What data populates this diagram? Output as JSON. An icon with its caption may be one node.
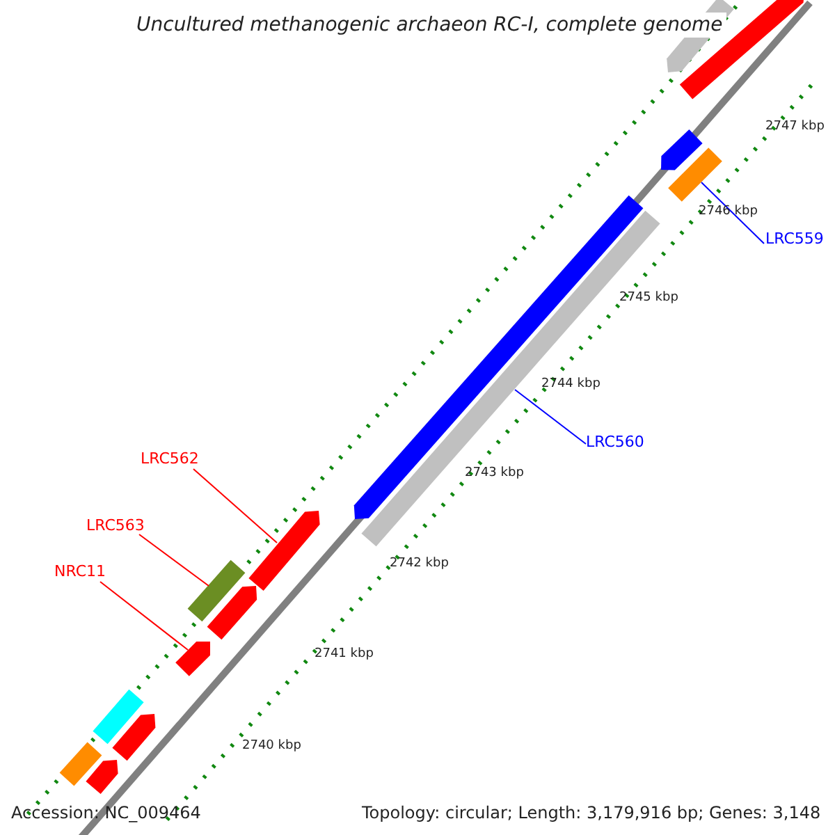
{
  "diagram": {
    "title": "Uncultured methanogenic archaeon RC-I, complete genome",
    "nodes": [
      {
        "text": [
          "LRC562"
        ]
      },
      {
        "text": [
          "LRC563"
        ]
      },
      {
        "text": [
          "NRC11"
        ]
      },
      {
        "text": [
          "LRC559"
        ]
      },
      {
        "text": [
          "LRC560"
        ]
      },
      {
        "text": [],
        "shape": "bar"
      },
      {
        "text": [],
        "shape": "bar"
      },
      {
        "text": [],
        "shape": "bar"
      },
      {
        "text": [],
        "shape": "bar"
      },
      {
        "text": [],
        "shape": "bar"
      },
      {
        "text": [],
        "shape": "bar"
      },
      {
        "text": [],
        "shape": "bar"
      },
      {
        "text": [],
        "shape": "bar"
      },
      {
        "text": [],
        "shape": "bar"
      },
      {
        "text": [],
        "shape": "bar"
      },
      {
        "text": [],
        "shape": "bar"
      },
      {
        "text": [],
        "shape": "bar"
      },
      {
        "text": [],
        "shape": "bar"
      },
      {
        "text": [],
        "shape": "bar"
      }
    ],
    "edges": [
      {
        "from": 0,
        "to": 11,
        "arrow": "none"
      },
      {
        "from": 1,
        "to": 12,
        "arrow": "none"
      },
      {
        "from": 2,
        "to": 14,
        "arrow": "none"
      },
      {
        "from": 3,
        "to": 8,
        "arrow": "none",
        "color": "#0000ff"
      },
      {
        "from": 4,
        "to": 10,
        "arrow": "none",
        "color": "#0000ff"
      }
    ],
    "labels": [
      "2747 kbp",
      "2746 kbp",
      "2745 kbp",
      "2744 kbp",
      "2743 kbp",
      "2742 kbp",
      "2741 kbp",
      "2740 kbp",
      "Accession: NC_009464",
      "Topology: circular; Length: 3,179,916 bp; Genes: 3,148"
    ]
  }
}
